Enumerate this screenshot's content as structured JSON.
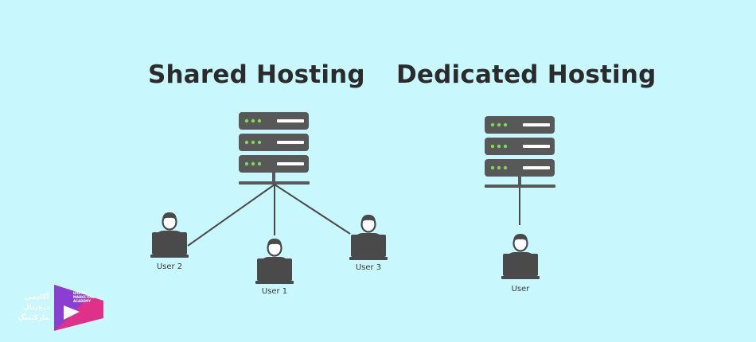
{
  "titles": {
    "shared": "Shared Hosting",
    "dedicated": "Dedicated Hosting"
  },
  "users": {
    "user1": "User 1",
    "user2": "User 2",
    "user3": "User 3",
    "dedicated": "User"
  },
  "watermark": {
    "line1": "آکادمی",
    "line2": "دیجیتال",
    "line3": "مارکتینگ",
    "en1": "DIGITAL",
    "en2": "MARKETING",
    "en3": "ACADEMY"
  },
  "colors": {
    "background": "#c8f7fd",
    "server": "#585858",
    "led": "#7ed957",
    "line": "#4a4a4a",
    "logo_magenta": "#e0318a",
    "logo_purple": "#8a3fd0"
  },
  "icons": [
    "server-icon",
    "user-laptop-icon",
    "academy-logo-icon"
  ]
}
